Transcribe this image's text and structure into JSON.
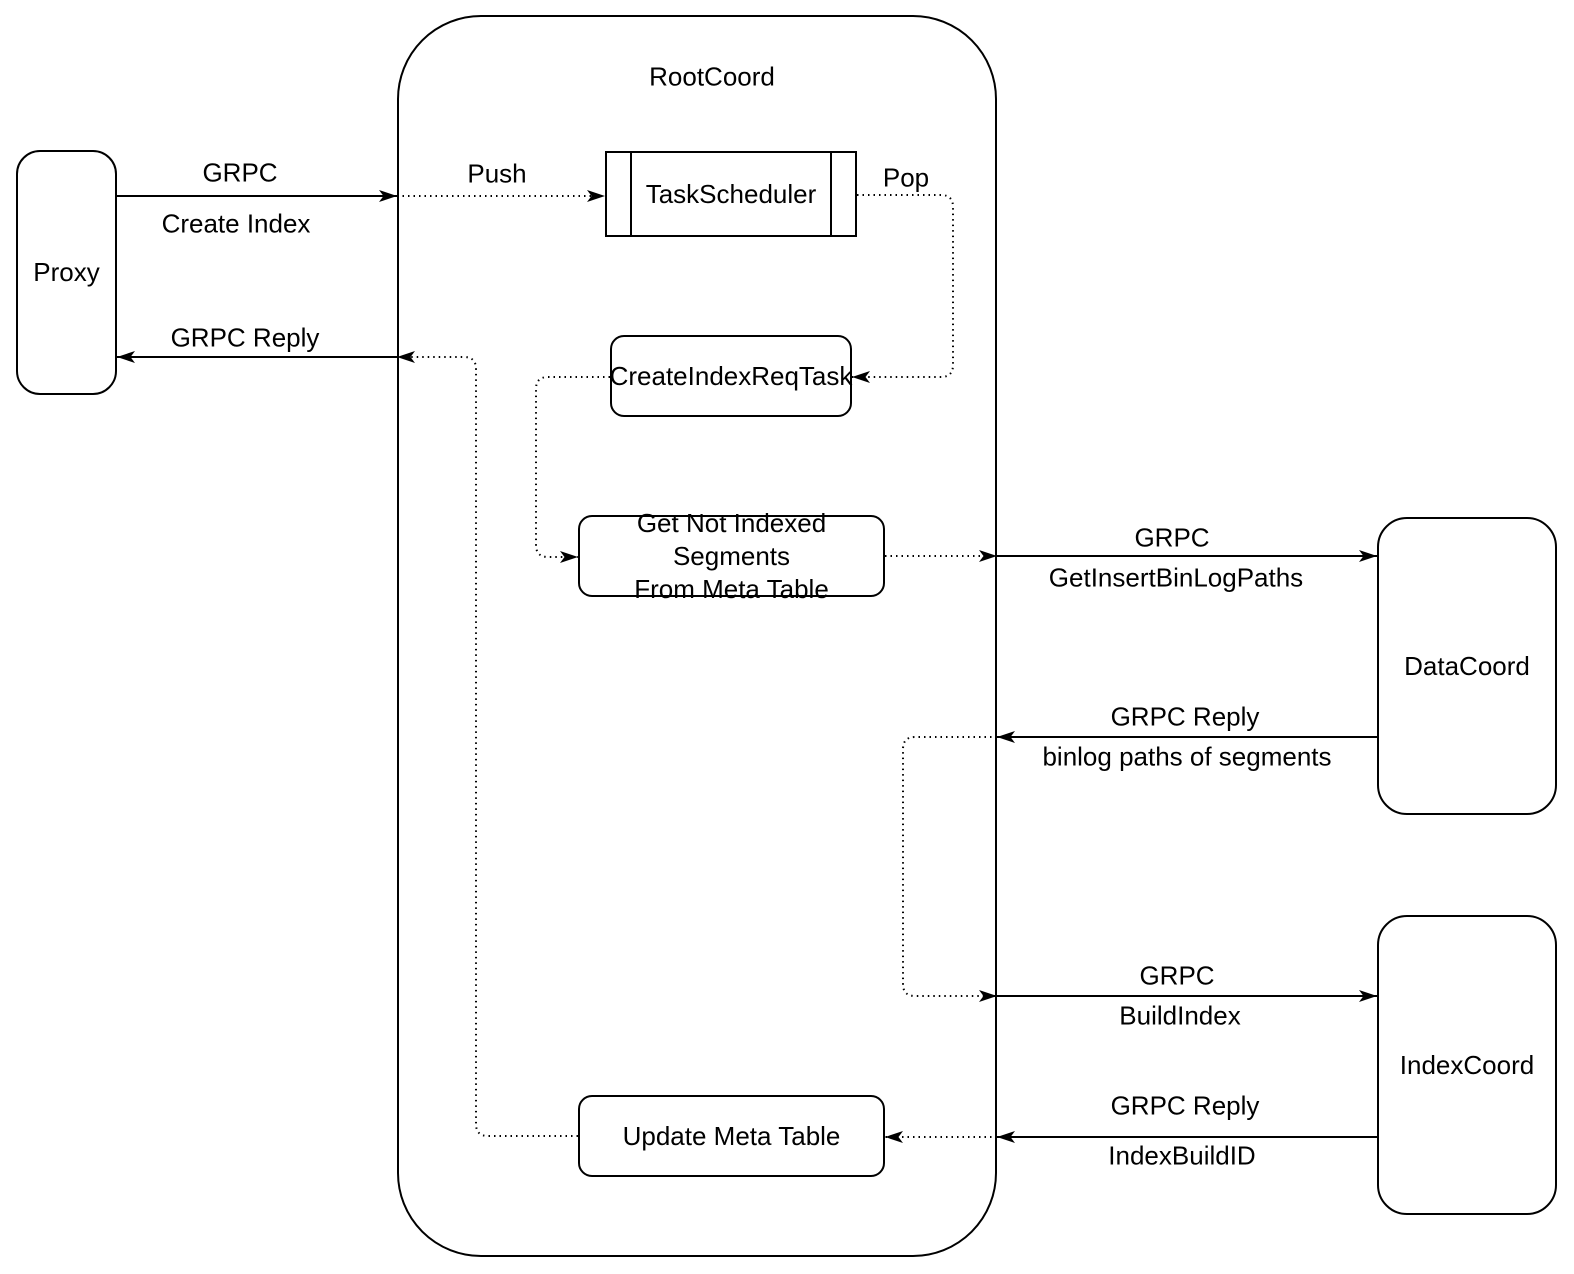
{
  "nodes": {
    "proxy": "Proxy",
    "rootcoord": "RootCoord",
    "taskscheduler": "TaskScheduler",
    "create_index_req_task": "CreateIndexReqTask",
    "get_not_indexed_line1": "Get Not Indexed Segments",
    "get_not_indexed_line2": "From Meta Table",
    "update_meta": "Update Meta Table",
    "datacoord": "DataCoord",
    "indexcoord": "IndexCoord"
  },
  "edges": {
    "create_index": {
      "protocol": "GRPC",
      "method": "Create Index"
    },
    "reply_to_proxy": {
      "protocol": "GRPC Reply"
    },
    "push": "Push",
    "pop": "Pop",
    "get_insert_binlog": {
      "protocol": "GRPC",
      "method": "GetInsertBinLogPaths"
    },
    "binlog_reply": {
      "protocol": "GRPC Reply",
      "method": "binlog paths of segments"
    },
    "build_index": {
      "protocol": "GRPC",
      "method": "BuildIndex"
    },
    "index_build_reply": {
      "protocol": "GRPC Reply",
      "method": "IndexBuildID"
    }
  },
  "colors": {
    "stroke": "#000000",
    "background": "#ffffff"
  }
}
